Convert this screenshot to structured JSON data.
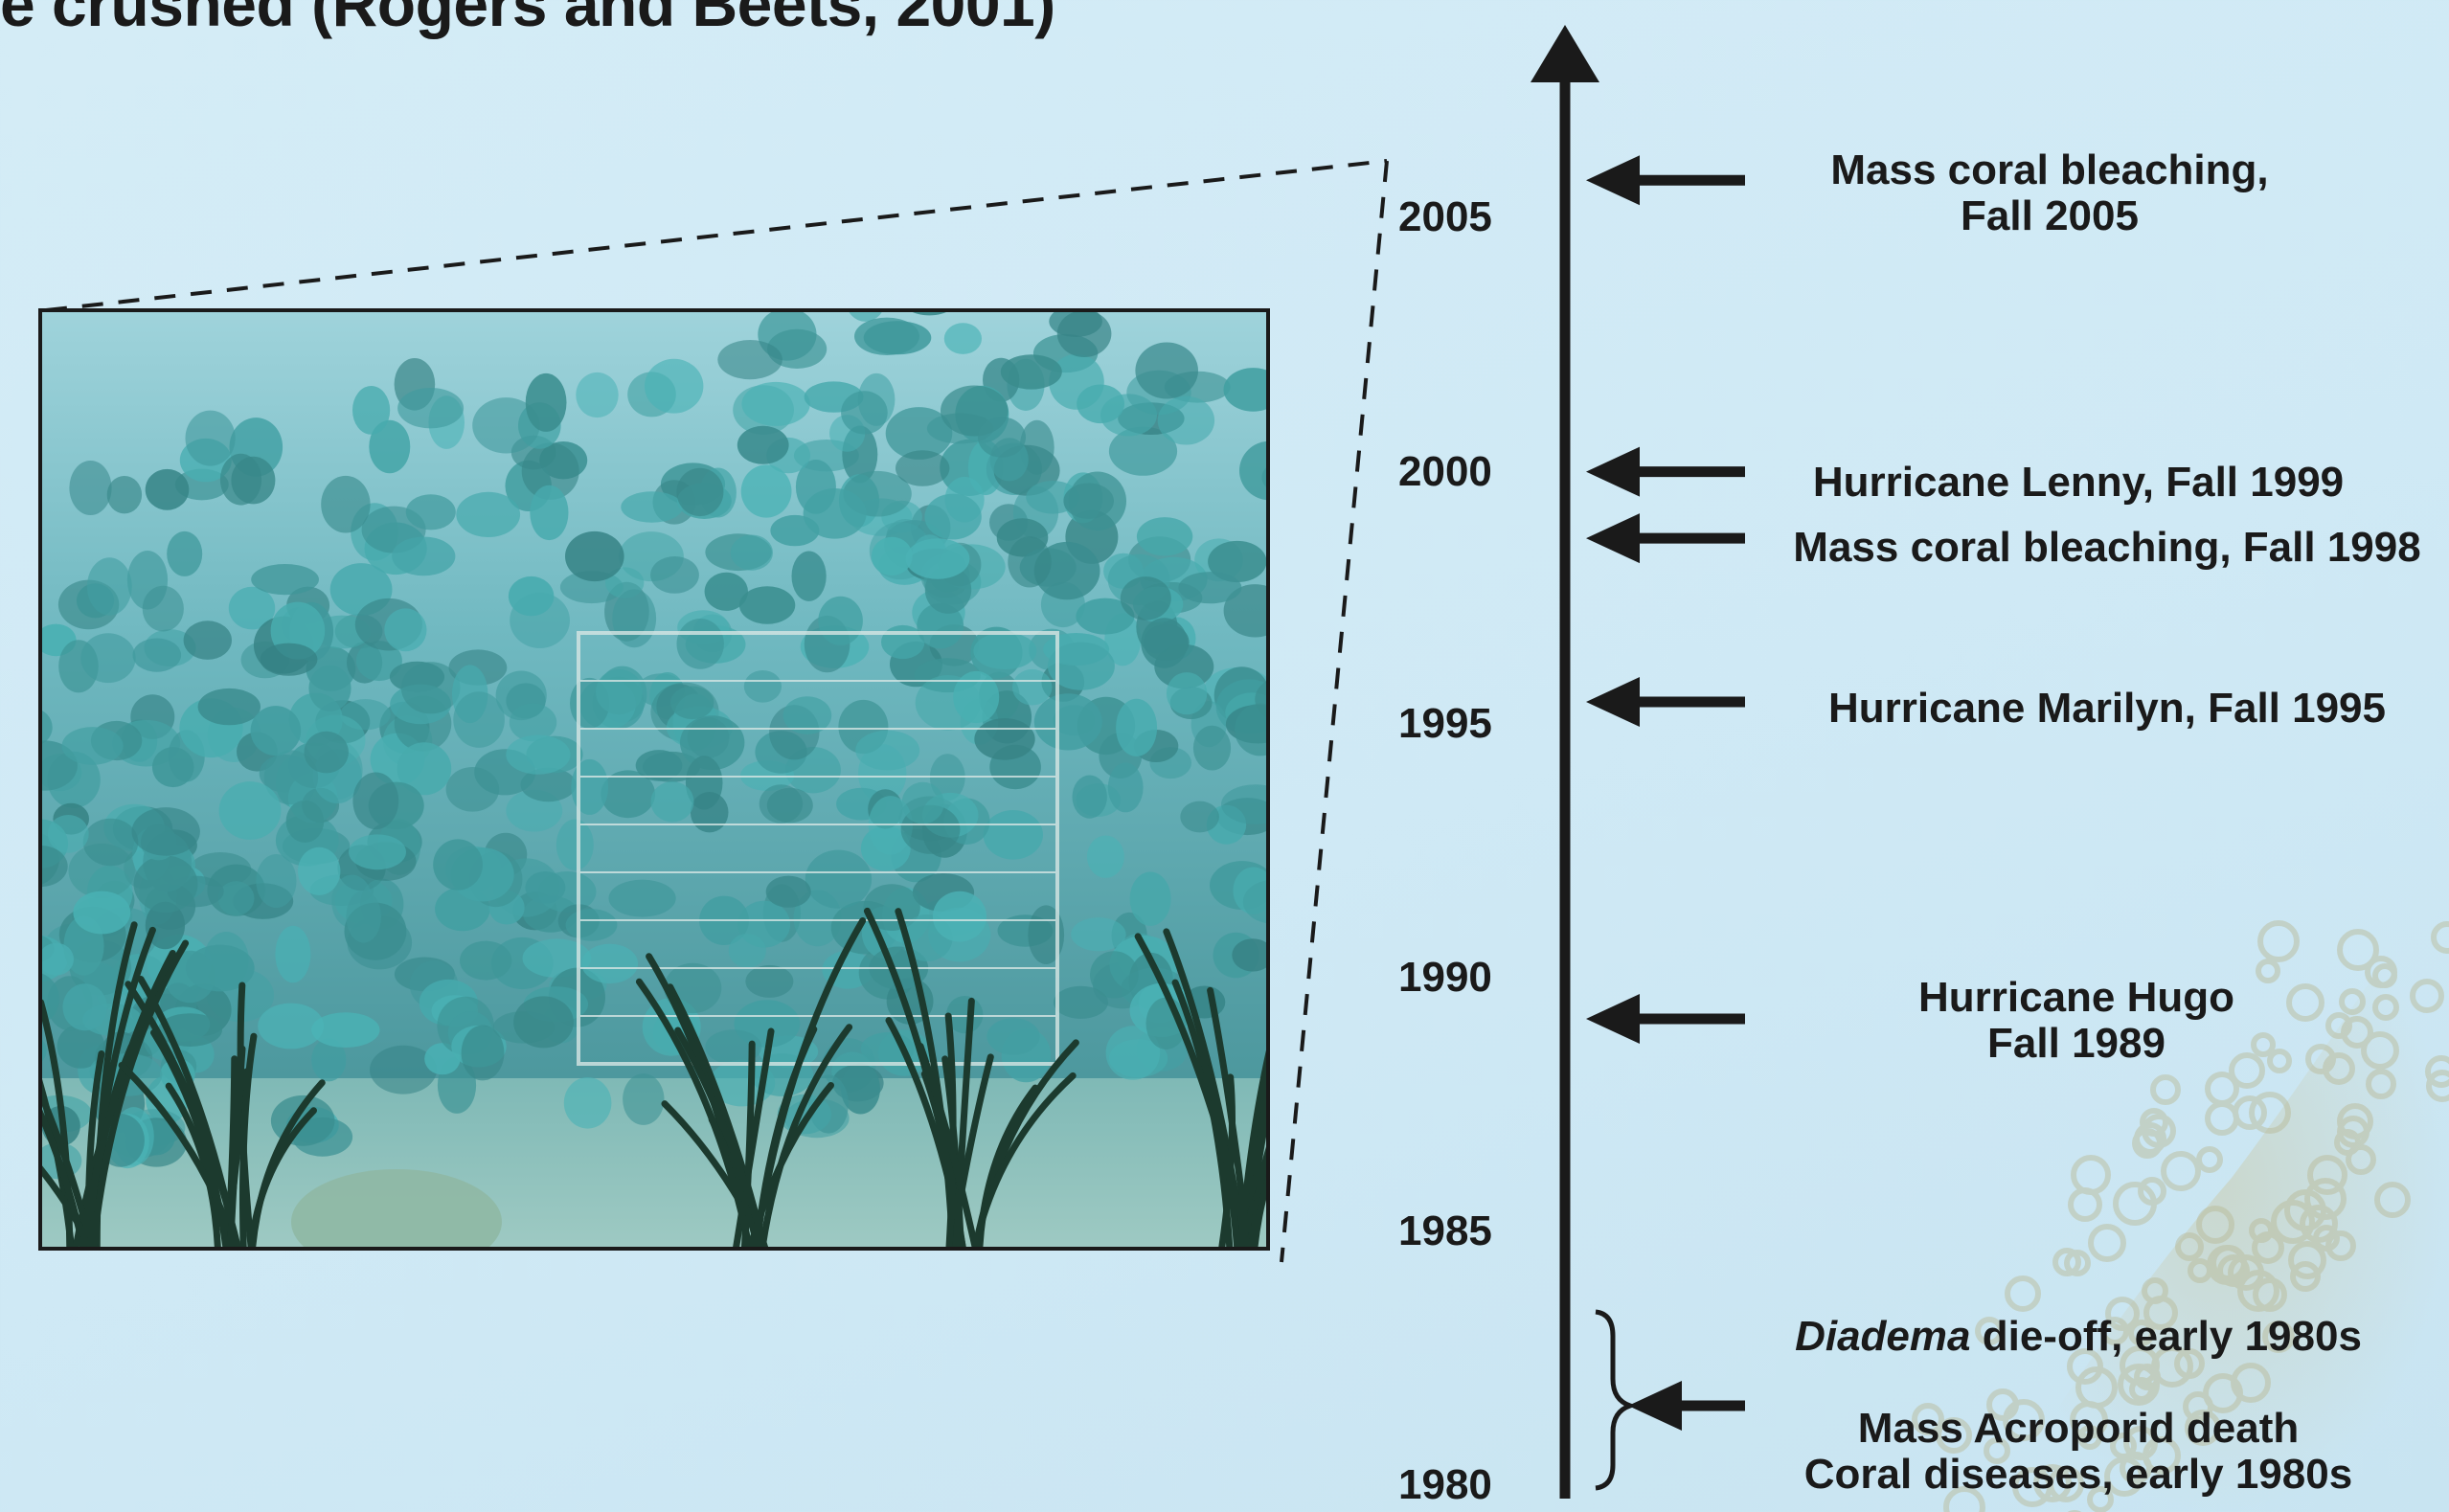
{
  "header": {
    "text": "e crushed (Rogers and Beets, 2001)"
  },
  "timeline": {
    "years": [
      "2005",
      "2000",
      "1995",
      "1990",
      "1985",
      "1980"
    ],
    "events": [
      {
        "lines": [
          "Mass coral bleaching,",
          "Fall 2005"
        ],
        "year": 2005.5
      },
      {
        "lines": [
          "Hurricane Lenny, Fall 1999"
        ],
        "year": 1999.8
      },
      {
        "lines": [
          "Mass coral bleaching, Fall 1998"
        ],
        "year": 1998.5
      },
      {
        "lines": [
          "Hurricane Marilyn, Fall 1995"
        ],
        "year": 1995.3
      },
      {
        "lines": [
          "Hurricane Hugo",
          "Fall 1989"
        ],
        "year": 1989.1
      },
      {
        "italic": "Diadema",
        "rest": " die-off, early 1980s"
      },
      {
        "lines": [
          "Mass Acroporid death",
          "Coral diseases, early 1980s"
        ]
      }
    ]
  },
  "photo": {
    "subject": "underwater reef photo with boulder corals, gorgonians and a monitoring quadrat frame"
  },
  "colors": {
    "background": "#d2ebf5",
    "ink": "#1a1a1a",
    "water": "#5aa6b0",
    "coral": "#4f9ea3"
  }
}
